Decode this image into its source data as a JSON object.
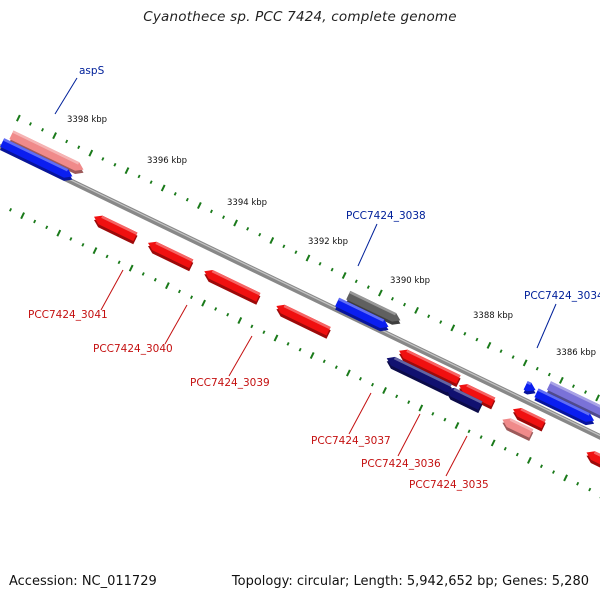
{
  "title": "Cyanothece sp. PCC 7424, complete genome",
  "footer": {
    "accession": "Accession: NC_011729",
    "summary": "Topology: circular; Length: 5,942,652 bp; Genes: 5,280"
  },
  "colors": {
    "forward_cds": "#0a1ef0",
    "reverse_cds": "#f01010",
    "forward_dark": "#111170",
    "reverse_light": "#f08a8a",
    "forward_light": "#7a72d8",
    "gray_feature": "#606060",
    "backbone": "#888888",
    "tick": "#1a7a1a",
    "forward_label": "#00209a",
    "reverse_label": "#c41010"
  },
  "scale_labels": [
    "3398 kbp",
    "3396 kbp",
    "3394 kbp",
    "3392 kbp",
    "3390 kbp",
    "3388 kbp",
    "3386 kbp"
  ],
  "gene_labels": [
    {
      "text": "aspS",
      "strand": "forward"
    },
    {
      "text": "PCC7424_3038",
      "strand": "forward"
    },
    {
      "text": "PCC7424_3034",
      "strand": "forward"
    },
    {
      "text": "PCC7424_3041",
      "strand": "reverse"
    },
    {
      "text": "PCC7424_3040",
      "strand": "reverse"
    },
    {
      "text": "PCC7424_3039",
      "strand": "reverse"
    },
    {
      "text": "PCC7424_3037",
      "strand": "reverse"
    },
    {
      "text": "PCC7424_3036",
      "strand": "reverse"
    },
    {
      "text": "PCC7424_3035",
      "strand": "reverse"
    }
  ]
}
